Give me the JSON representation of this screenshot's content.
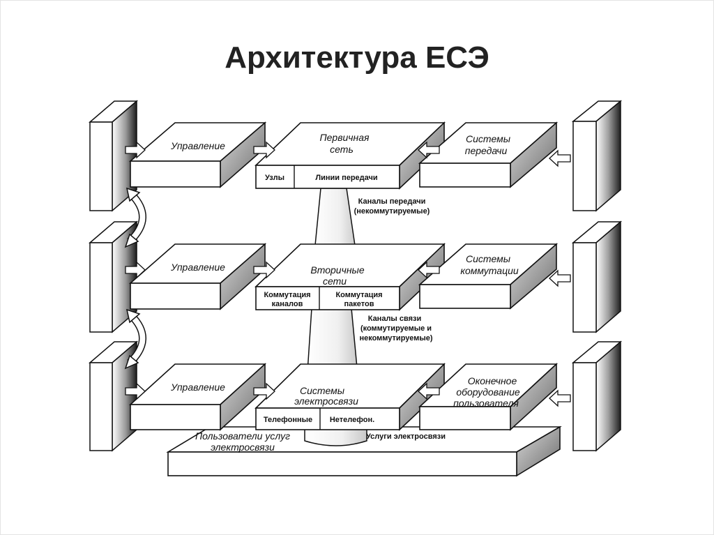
{
  "slide": {
    "title": "Архитектура ЕСЭ"
  },
  "diagram": {
    "layers": [
      {
        "management": "Управление",
        "center_title": [
          "Первичная",
          "сеть"
        ],
        "center_cells": [
          "Узлы",
          "Линии передачи"
        ],
        "right_title": [
          "Системы",
          "передачи"
        ],
        "link_label": [
          "Каналы передачи",
          "(некоммутируемые)"
        ]
      },
      {
        "management": "Управление",
        "center_title": [
          "Вторичные",
          "сети"
        ],
        "center_cells": [
          [
            "Коммутация",
            "каналов"
          ],
          [
            "Коммутация",
            "пакетов"
          ]
        ],
        "right_title": [
          "Системы",
          "коммутации"
        ],
        "link_label": [
          "Каналы связи",
          "(коммутируемые и",
          "некоммутируемые)"
        ]
      },
      {
        "management": "Управление",
        "center_title": [
          "Системы",
          "электросвязи"
        ],
        "center_cells": [
          "Телефонные",
          "Нетелефон."
        ],
        "right_title": [
          "Оконечное",
          "оборудование",
          "пользователя"
        ],
        "link_label": "Услуги электросвязи"
      }
    ],
    "base_platform": [
      "Пользователи услуг",
      "электросвязи"
    ]
  }
}
